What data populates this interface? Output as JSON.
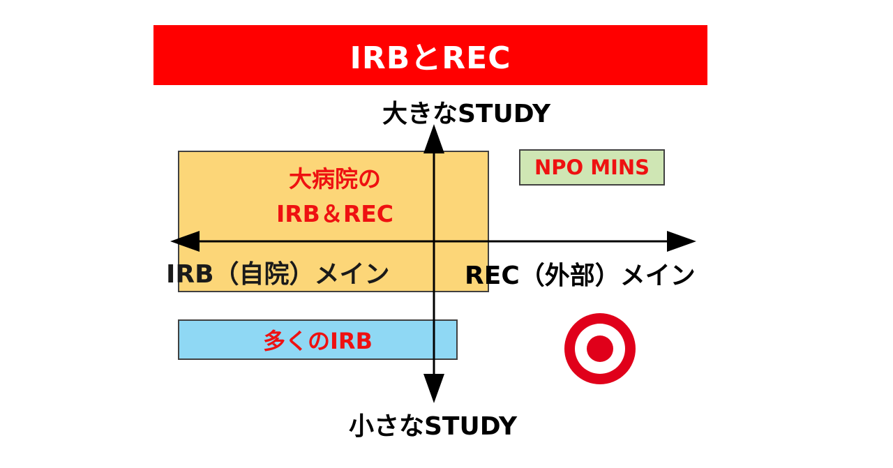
{
  "title": "IRBとREC",
  "axes": {
    "top": "大きなSTUDY",
    "bottom": "小さなSTUDY",
    "left": "IRB（自院）メイン",
    "right": "REC（外部）メイン"
  },
  "boxes": {
    "big_hospital_line1": "大病院の",
    "big_hospital_line2": "IRB＆REC",
    "npo": "NPO MINS",
    "many_irb": "多くのIRB"
  },
  "colors": {
    "title_bar": "#ff0000",
    "big_box": "#fcd678",
    "npo_box": "#cfe6b4",
    "small_box": "#8fd8f4",
    "label_red": "#ee1111",
    "target_red": "#e0001a"
  },
  "icons": {
    "target": "target-bullseye-icon"
  }
}
